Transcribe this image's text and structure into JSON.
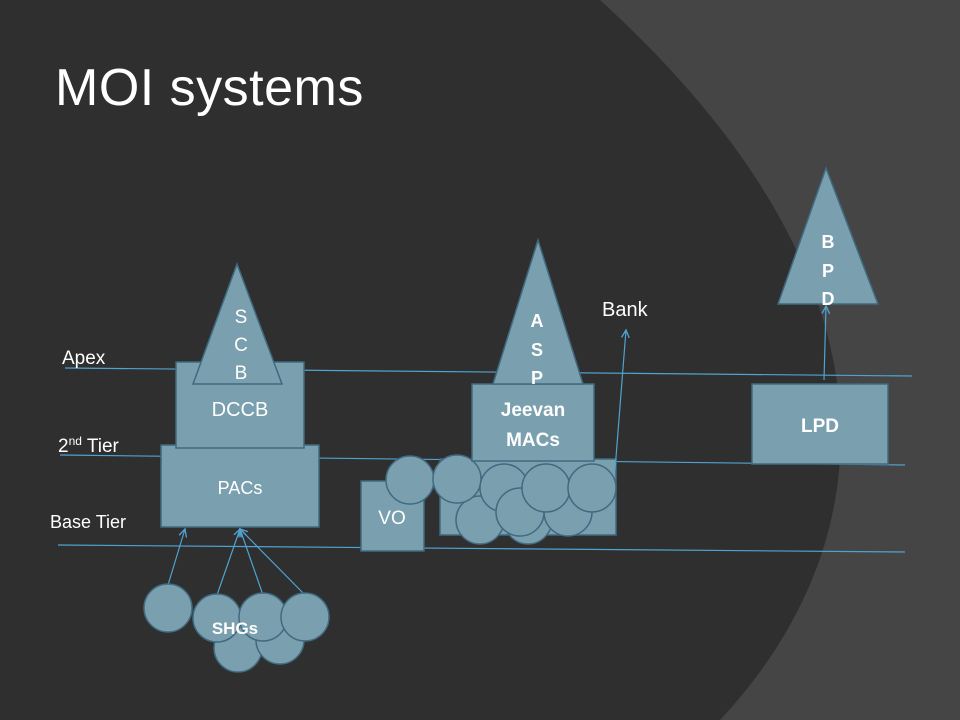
{
  "title": "MOI systems",
  "colors": {
    "background": "#2f2f2f",
    "background_band": "#454545",
    "shape_fill": "#7a9fae",
    "shape_stroke": "#3f6a80",
    "connector": "#4fa3d1",
    "label": "#ffffff"
  },
  "tiers": {
    "apex": "Apex",
    "second_base": "2",
    "second_sup": "nd",
    "second_rest": " Tier",
    "base": "Base Tier"
  },
  "scb": {
    "letters": [
      "S",
      "C",
      "B"
    ]
  },
  "dccb": "DCCB",
  "pacs": "PACs",
  "shgs": "SHGs",
  "asp": {
    "letters": [
      "A",
      "S",
      "P"
    ]
  },
  "jeevan": {
    "line1": "Jeevan",
    "line2": "MACs"
  },
  "vo": "VO",
  "bank": "Bank",
  "bpd": {
    "letters": [
      "B",
      "P",
      "D"
    ]
  },
  "lpd": "LPD"
}
